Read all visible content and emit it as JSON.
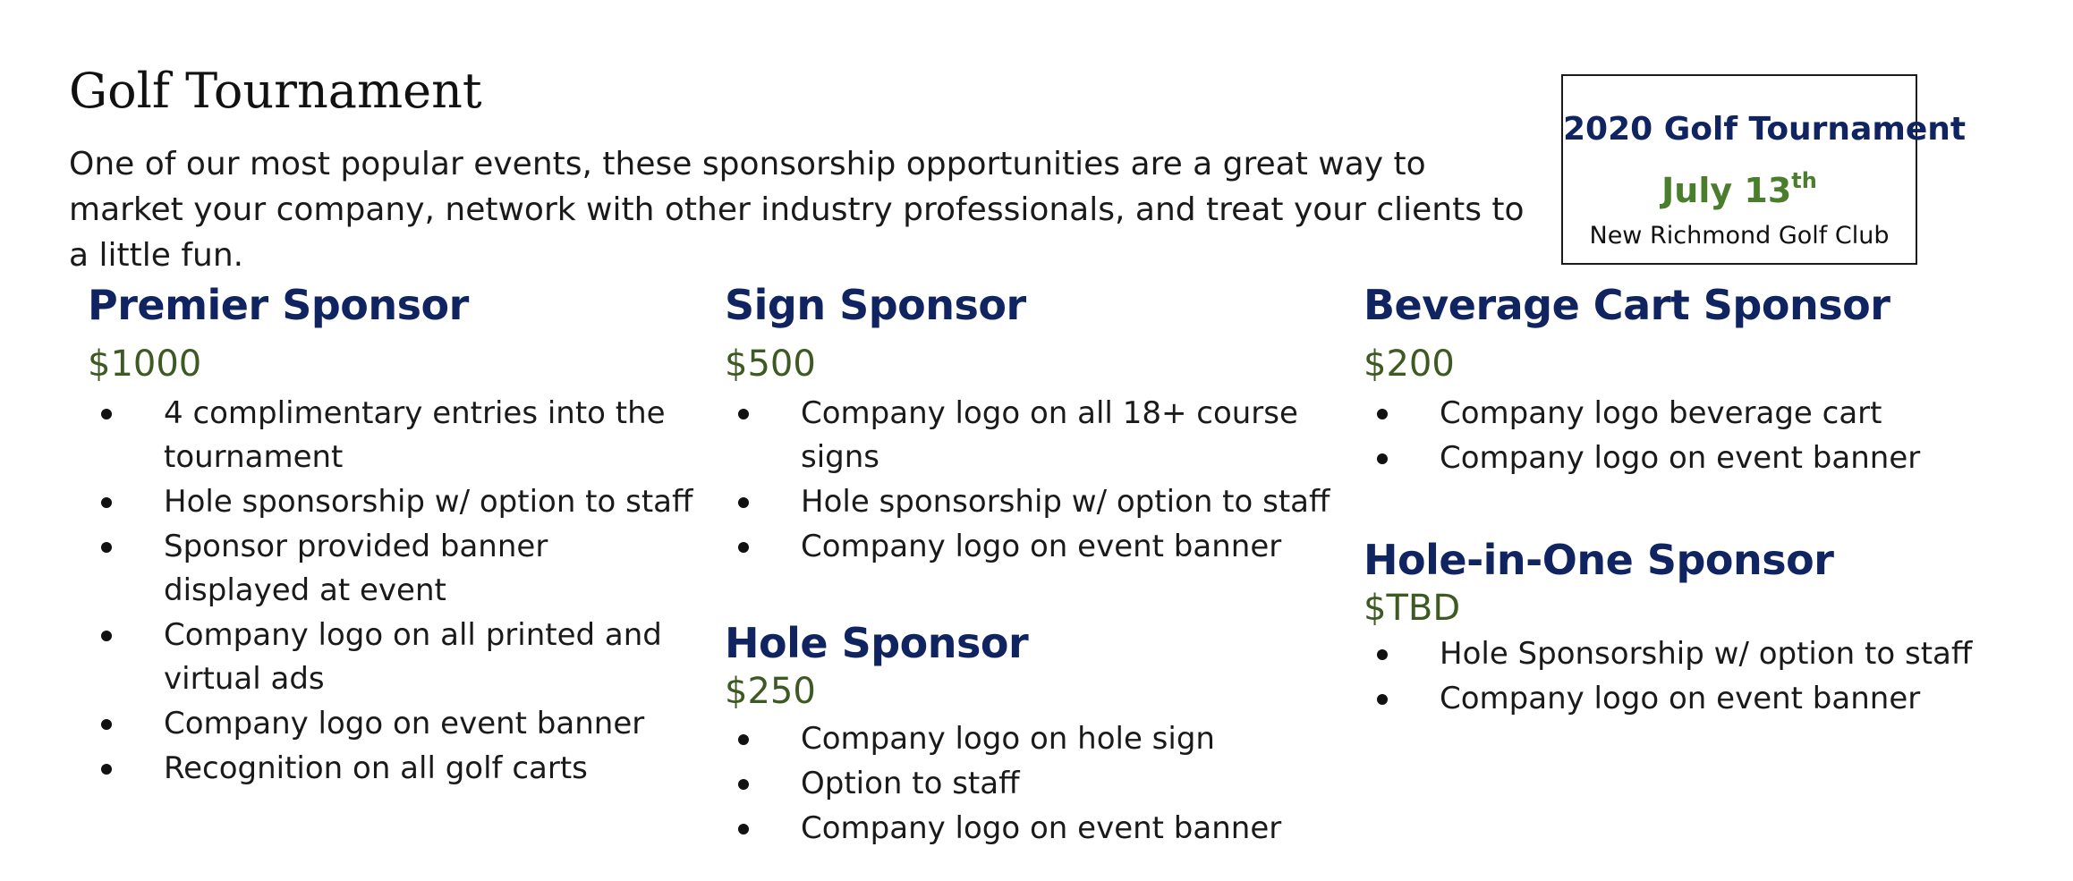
{
  "page": {
    "title": "Golf Tournament",
    "intro": "One of our most popular events, these sponsorship opportunities are a great way to market your company, network with other industry professionals, and treat your clients to a little fun."
  },
  "event_box": {
    "title": "2020 Golf Tournament",
    "date_main": "July 13",
    "date_suffix": "th",
    "venue": "New Richmond Golf Club"
  },
  "sections": {
    "premier": {
      "heading": "Premier Sponsor",
      "price": "$1000",
      "items": [
        "4 complimentary entries into the tournament",
        "Hole sponsorship w/ option to staff",
        "Sponsor provided banner displayed at event",
        "Company logo on all printed and virtual ads",
        "Company logo on event banner",
        "Recognition on all golf carts"
      ]
    },
    "sign": {
      "heading": "Sign Sponsor",
      "price": "$500",
      "items": [
        "Company logo on all 18+ course signs",
        "Hole sponsorship w/ option to staff",
        "Company logo on event banner"
      ]
    },
    "hole": {
      "heading": "Hole Sponsor",
      "price": "$250",
      "items": [
        "Company logo on hole sign",
        "Option to staff",
        "Company logo on event banner"
      ]
    },
    "beverage": {
      "heading": "Beverage Cart Sponsor",
      "price": "$200",
      "items": [
        "Company logo beverage cart",
        "Company logo on event banner"
      ]
    },
    "hole_in_one": {
      "heading": "Hole-in-One Sponsor",
      "price": "$TBD",
      "items": [
        "Hole Sponsorship w/ option to staff",
        "Company logo on event banner"
      ]
    }
  },
  "colors": {
    "heading_navy": "#0f2460",
    "price_green": "#3d5a22",
    "date_green": "#4a7d2c",
    "text": "#1a1a1a"
  }
}
